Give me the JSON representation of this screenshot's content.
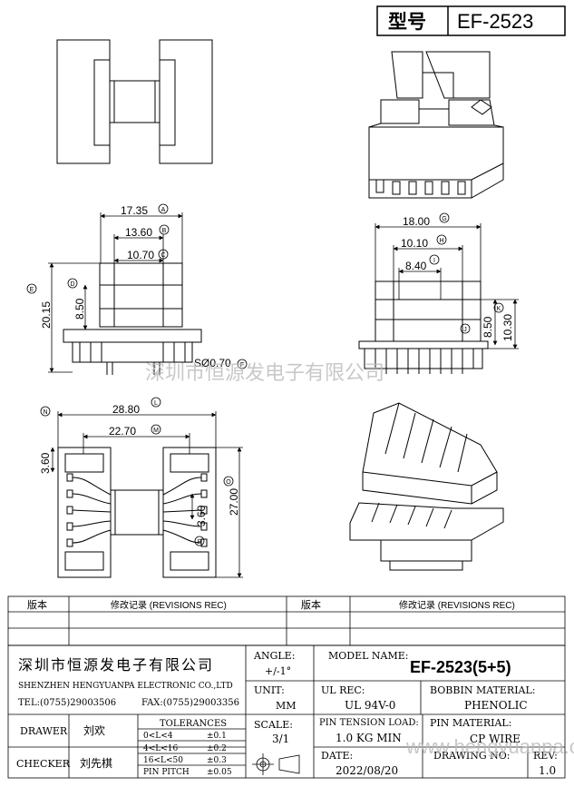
{
  "header": {
    "model_label": "型号",
    "model_value": "EF-2523"
  },
  "dimensions": {
    "A": "17.35",
    "B": "13.60",
    "C": "10.70",
    "D": "8.50",
    "E": "20.15",
    "F": "SØ0.70",
    "G": "18.00",
    "H": "10.10",
    "I": "8.40",
    "J": "8.50",
    "K": "10.30",
    "L": "28.80",
    "M": "22.70",
    "N": "3.60",
    "O": "27.00",
    "P": "3.60"
  },
  "markers": {
    "A": "A",
    "B": "B",
    "C": "C",
    "D": "D",
    "E": "E",
    "F": "F",
    "G": "G",
    "H": "H",
    "I": "I",
    "J": "J",
    "K": "K",
    "L": "L",
    "M": "M",
    "N": "N",
    "O": "O",
    "P": "P"
  },
  "watermark": "深圳市恒源发电子有限公司",
  "watermark_url": "www.hengyuanpa.cn",
  "revision": {
    "col1": "版本",
    "col2": "修改记录 (REVISIONS REC)",
    "col3": "版本",
    "col4": "修改记录 (REVISIONS REC)"
  },
  "company": {
    "name_cn": "深圳市恒源发电子有限公司",
    "name_en": "SHENZHEN HENGYUANPA ELECTRONIC CO.,LTD",
    "tel": "TEL:(0755)29003506",
    "fax": "FAX:(0755)29003356"
  },
  "title_block": {
    "angle_label": "ANGLE:",
    "angle_value": "+/-1°",
    "model_name_label": "MODEL NAME:",
    "model_name_value": "EF-2523(5+5)",
    "unit_label": "UNIT:",
    "unit_value": "MM",
    "ul_label": "UL REC:",
    "ul_value": "UL 94V-0",
    "bobbin_label": "BOBBIN MATERIAL:",
    "bobbin_value": "PHENOLIC",
    "drawer_label": "DRAWER",
    "drawer_value": "刘欢",
    "checker_label": "CHECKER",
    "checker_value": "刘先棋",
    "tol_label": "TOLERANCES",
    "tol_rows": [
      {
        "range": "0<L<4",
        "value": "±0.1"
      },
      {
        "range": "4<L<16",
        "value": "±0.2"
      },
      {
        "range": "16<L<50",
        "value": "±0.3"
      },
      {
        "range": "PIN PITCH",
        "value": "±0.05"
      }
    ],
    "scale_label": "SCALE:",
    "scale_value": "3/1",
    "pin_tension_label": "PIN TENSION LOAD:",
    "pin_tension_value": "1.0 KG MIN",
    "pin_material_label": "PIN MATERIAL:",
    "pin_material_value": "CP WIRE",
    "date_label": "DATE:",
    "date_value": "2022/08/20",
    "drawing_no_label": "DRAWING NO:",
    "rev_label": "REV:",
    "rev_value": "1.0"
  }
}
